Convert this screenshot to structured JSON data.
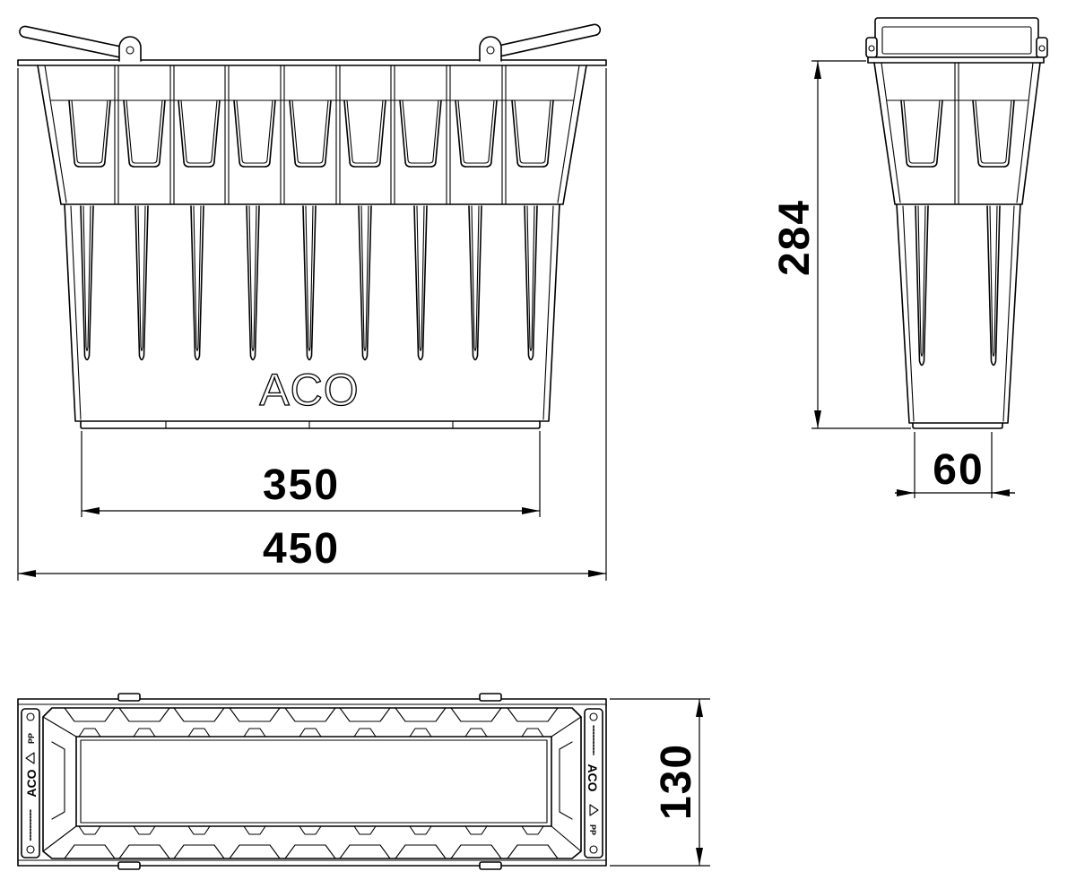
{
  "drawing": {
    "front_view": {
      "logo_text": "ACO"
    },
    "top_view": {
      "left_end": {
        "logo_text": "ACO",
        "material_text": "PP"
      },
      "right_end": {
        "logo_text": "ACO",
        "material_text": "PP"
      }
    }
  },
  "dimensions": {
    "front_inner_width": "350",
    "front_overall_width": "450",
    "side_height": "284",
    "side_bottom_width": "60",
    "top_view_width": "130"
  },
  "colors": {
    "line": "#000000",
    "background": "#ffffff"
  }
}
